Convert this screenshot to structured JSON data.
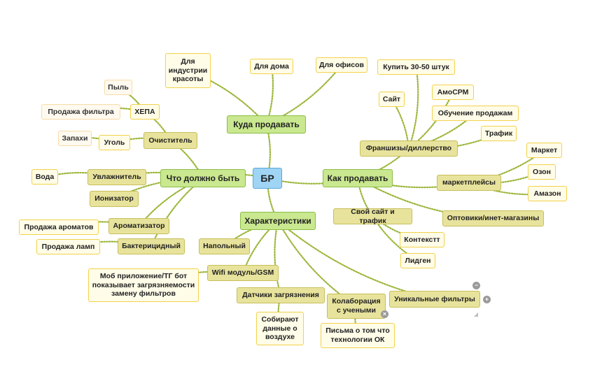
{
  "root": "БР",
  "branches": {
    "where": "Куда продавать",
    "what": "Что должно быть",
    "how": "Как продавать",
    "specs": "Характеристики"
  },
  "nodes": {
    "beauty": "Для\nиндустрии\nкрасоты",
    "home": "Для дома",
    "offices": "Для офисов",
    "buy3050": "Купить 30-50 штук",
    "site": "Сайт",
    "amocrm": "АмоСРМ",
    "salesTraining": "Обучение продажам",
    "traffic": "Трафик",
    "franchise": "Франшизы/диллерство",
    "market": "Маркет",
    "ozon": "Озон",
    "amazon": "Амазон",
    "marketplaces": "маркетплейсы",
    "wholesale": "Оптовики/инет-магазины",
    "ownSite": "Свой сайт и трафик",
    "context": "Контекстт",
    "leadgen": "Лидген",
    "uniqueFilters": "Уникальные фильтры",
    "collab": "Колаборация\nс учеными",
    "letters": "Письма о том что\nтехнологии ОК",
    "sensors": "Датчики загрязнения",
    "collect": "Собирают\nданные о\nвоздухе",
    "wifi": "Wifi модуль/GSM",
    "app": "Моб приложение/ТГ бот\nпоказывает загрязняемости\nзамену фильтров",
    "floor": "Напольный",
    "dust": "Пыль",
    "hepa": "ХЕПА",
    "filterSale": "Продажа фильтра",
    "smells": "Запахи",
    "coal": "Уголь",
    "purifier": "Очиститель",
    "water": "Вода",
    "humidifier": "Увлажнитель",
    "ionizer": "Ионизатор",
    "aromaSale": "Продажа ароматов",
    "aromatizer": "Ароматизатор",
    "lampSale": "Продажа ламп",
    "bactericidal": "Бактерицидный"
  },
  "colors": {
    "root_fill": "#9fd4f5",
    "main_fill": "#c9e88f",
    "sub_fill": "#e8e39c",
    "leaf_border": "#f1d24a",
    "link_color": "#9bb63a"
  },
  "controls": {
    "collapse": "−",
    "add": "+",
    "remove": "×"
  }
}
